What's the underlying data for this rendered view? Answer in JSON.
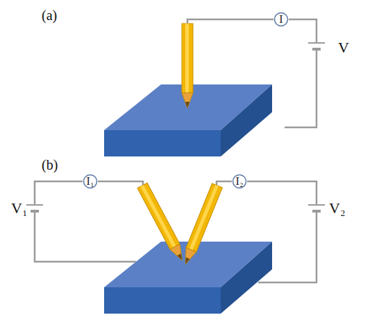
{
  "diagram": {
    "nodes": [
      {
        "text": [
          "I"
        ]
      },
      {
        "text": [
          "I₁"
        ]
      },
      {
        "text": [
          "I₂"
        ]
      }
    ],
    "labels": [
      "(a)",
      "V",
      "(b)",
      "V₁",
      "V₂"
    ]
  }
}
